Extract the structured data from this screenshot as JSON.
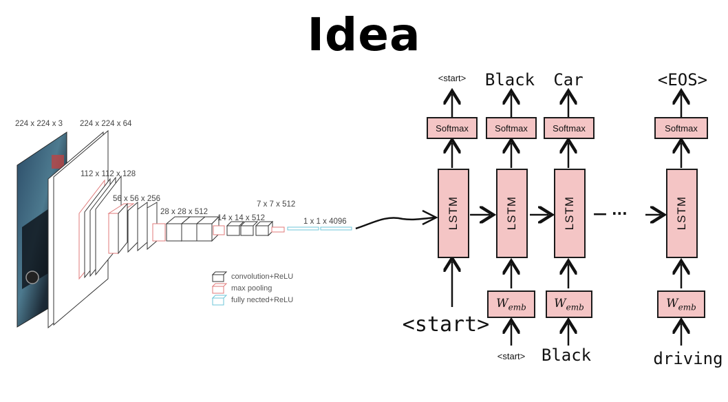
{
  "title": "Idea",
  "cnn": {
    "labels": [
      "224 x 224 x 3",
      "224 x 224 x 64",
      "112 x 112 x 128",
      "56 x 56 x 256",
      "28 x 28 x 512",
      "14 x 14 x 512",
      "7 x 7 x 512",
      "1 x 1 x 4096"
    ],
    "legend": [
      "convolution+ReLU",
      "max pooling",
      "fully nected+ReLU"
    ],
    "colors": {
      "conv": "#333333",
      "pool": "#e07a7a",
      "fc": "#6cc6d8"
    }
  },
  "rnn": {
    "outputs": [
      "<start>",
      "Black",
      "Car",
      "<EOS>"
    ],
    "softmax_label": "Softmax",
    "lstm_label": "LSTM",
    "wemb_base": "W",
    "wemb_sub": "emb",
    "ellipsis": "—  ···",
    "inputs": [
      "<start>",
      "Black",
      "driving"
    ],
    "start_hand": "<start>",
    "box_color": "#f4c5c5"
  }
}
